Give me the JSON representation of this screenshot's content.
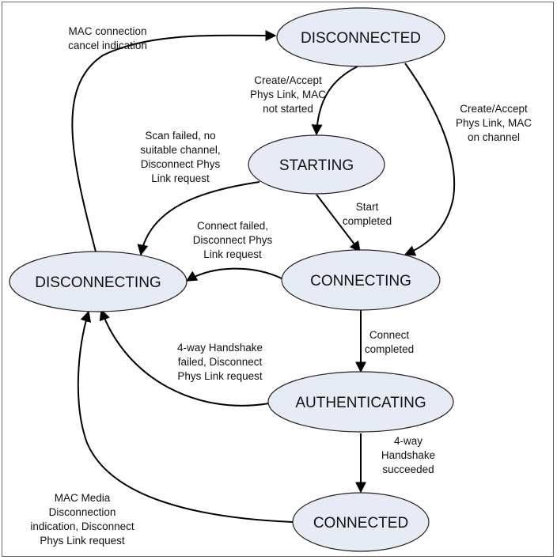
{
  "states": {
    "disconnected": "DISCONNECTED",
    "starting": "STARTING",
    "connecting": "CONNECTING",
    "disconnecting": "DISCONNECTING",
    "authenticating": "AUTHENTICATING",
    "connected": "CONNECTED"
  },
  "transitions": {
    "mac_cancel": [
      "MAC connection",
      "cancel indication"
    ],
    "create_not_started": [
      "Create/Accept",
      "Phys Link, MAC",
      "not started"
    ],
    "create_on_channel": [
      "Create/Accept",
      "Phys Link, MAC",
      "on channel"
    ],
    "scan_failed": [
      "Scan failed, no",
      "suitable channel,",
      "Disconnect Phys",
      "Link request"
    ],
    "start_completed": [
      "Start",
      "completed"
    ],
    "connect_failed": [
      "Connect failed,",
      "Disconnect Phys",
      "Link request"
    ],
    "connect_completed": [
      "Connect",
      "completed"
    ],
    "handshake_failed": [
      "4-way Handshake",
      "failed, Disconnect",
      "Phys Link request"
    ],
    "handshake_succeeded": [
      "4-way",
      "Handshake",
      "succeeded"
    ],
    "mac_media_disconnect": [
      "MAC Media",
      "Disconnection",
      "indication, Disconnect",
      "Phys Link request"
    ]
  }
}
